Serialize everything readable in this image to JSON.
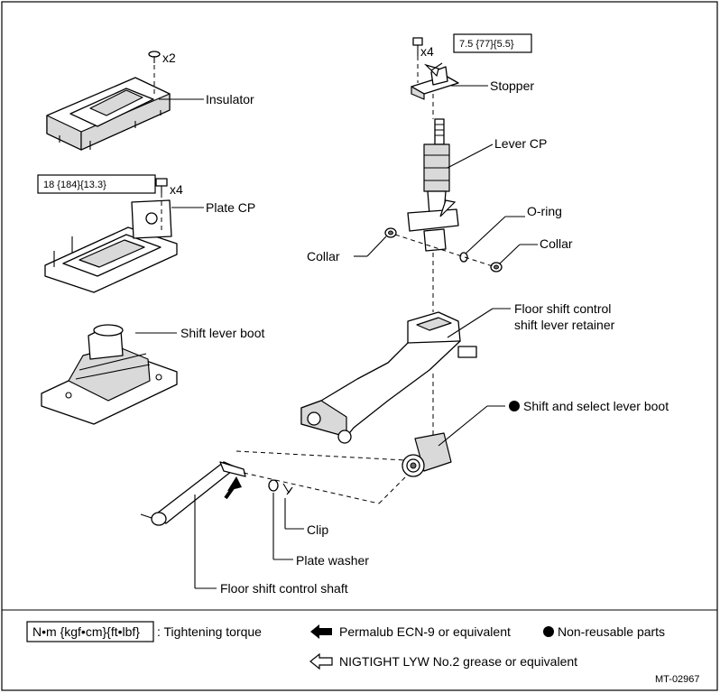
{
  "labels": {
    "insulator": "Insulator",
    "plate_cp": "Plate CP",
    "shift_lever_boot": "Shift lever boot",
    "stopper": "Stopper",
    "lever_cp": "Lever CP",
    "o_ring": "O-ring",
    "collar_left": "Collar",
    "collar_right": "Collar",
    "retainer_line1": "Floor shift control",
    "retainer_line2": "shift lever retainer",
    "select_boot": "Shift and select lever boot",
    "clip": "Clip",
    "plate_washer": "Plate washer",
    "shaft": "Floor shift control shaft"
  },
  "quantities": {
    "insulator_clip": "x2",
    "plate_bolts": "x4",
    "stopper_bolts": "x4"
  },
  "torques": {
    "plate_cp": "18 {184}{13.3}",
    "stopper": "7.5 {77}{5.5}"
  },
  "legend": {
    "unit_box": "N•m {kgf•cm}{ft•lbf}",
    "unit_text": ": Tightening torque",
    "permalub": "Permalub ECN-9 or equivalent",
    "non_reusable": "Non-reusable parts",
    "nigtight": "NIGTIGHT LYW No.2 grease or equivalent"
  },
  "figure_id": "MT-02967",
  "colors": {
    "line": "#000000",
    "shade": "#d9d9d9",
    "dark": "#6a6a6a",
    "background": "#ffffff"
  }
}
